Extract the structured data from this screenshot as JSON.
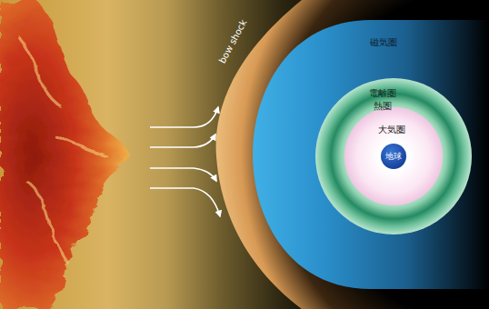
{
  "diagram": {
    "nodes": [
      {
        "text": [
          "bow shock"
        ]
      },
      {
        "text": [
          "磁気圏"
        ],
        "in": 0
      },
      {
        "text": [
          "電離圏",
          "熱圏"
        ],
        "in": 1
      },
      {
        "text": [
          "大気圏"
        ],
        "in": 2
      },
      {
        "text": [
          "地球"
        ],
        "in": 3
      }
    ]
  }
}
